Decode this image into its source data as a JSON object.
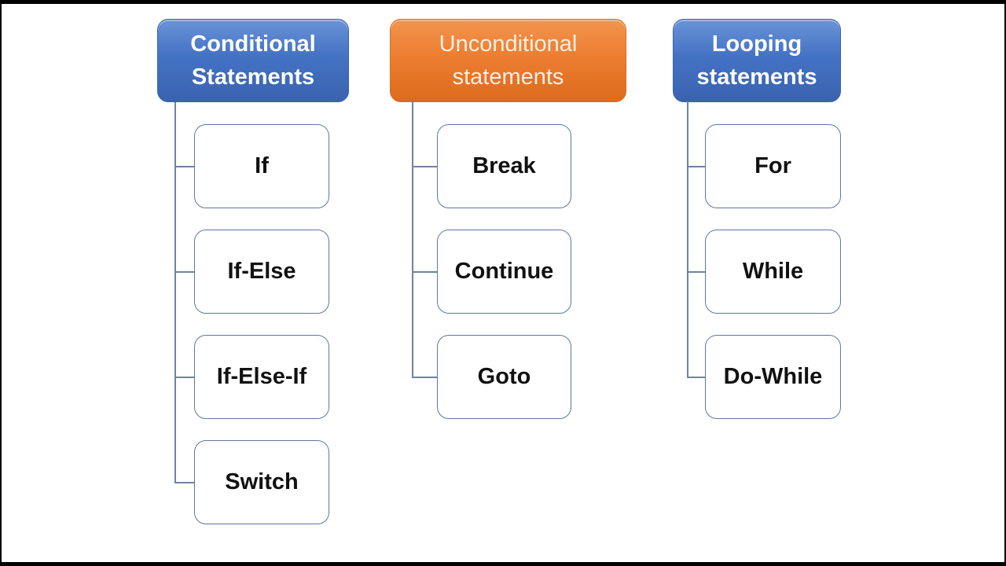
{
  "diagram": {
    "columns": [
      {
        "title": "Conditional Statements",
        "accent": "blue",
        "items": [
          "If",
          "If-Else",
          "If-Else-If",
          "Switch"
        ]
      },
      {
        "title": "Unconditional statements",
        "accent": "orange",
        "items": [
          "Break",
          "Continue",
          "Goto"
        ]
      },
      {
        "title": "Looping statements",
        "accent": "blue",
        "items": [
          "For",
          "While",
          "Do-While"
        ]
      }
    ]
  },
  "theme": {
    "blue": "#4472c4",
    "blue-light": "#6a93d8",
    "blue-dark": "#3a63ae",
    "orange": "#ed7d31",
    "orange-light": "#f2954e",
    "orange-dark": "#dd6b1d",
    "header-text": "#ffffff",
    "orange-text": "#f7f0e3",
    "node-border": "#5d7a9c",
    "node-text": "#111111",
    "line": "#6f83a0",
    "frame": "#000000",
    "canvas": "#ffffff"
  }
}
